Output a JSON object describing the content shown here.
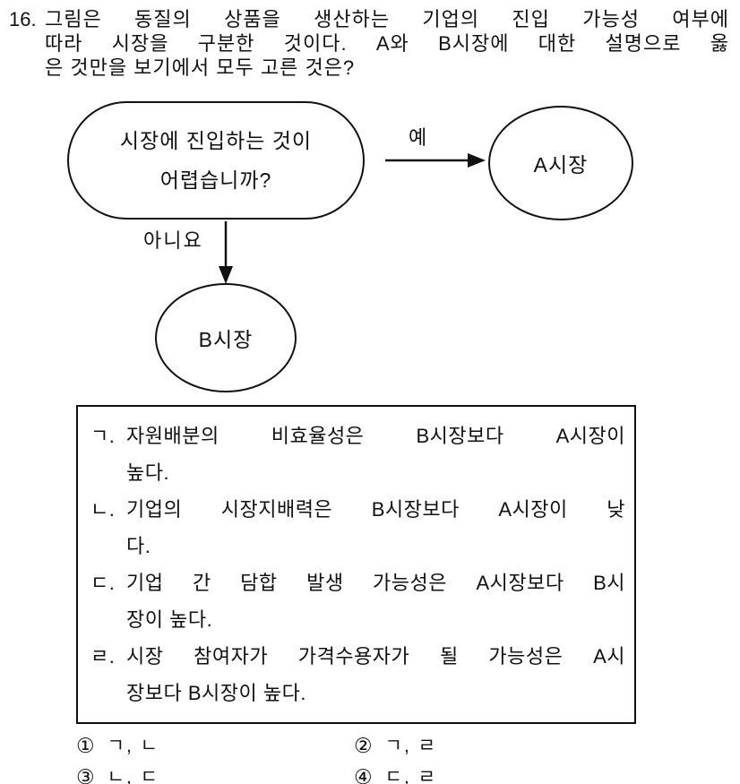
{
  "question": {
    "number": "16.",
    "lines": [
      "그림은 동질의 상품을 생산하는 기업의 진입 가능성 여부에",
      "따라 시장을 구분한 것이다. A와 B시장에 대한 설명으로 옳",
      "은 것만을 보기에서 모두 고른 것은?"
    ]
  },
  "flowchart": {
    "decision": {
      "line1": "시장에 진입하는 것이",
      "line2": "어렵습니까?"
    },
    "yes_label": "예",
    "no_label": "아니요",
    "market_a": "A시장",
    "market_b": "B시장"
  },
  "statements": {
    "items": [
      {
        "marker": "ㄱ.",
        "line1": "자원배분의 비효율성은 B시장보다 A시장이",
        "line2": "높다."
      },
      {
        "marker": "ㄴ.",
        "line1": "기업의 시장지배력은 B시장보다 A시장이 낮",
        "line2": "다."
      },
      {
        "marker": "ㄷ.",
        "line1": "기업 간 담합 발생 가능성은 A시장보다 B시",
        "line2": "장이 높다."
      },
      {
        "marker": "ㄹ.",
        "line1": "시장 참여자가 가격수용자가 될 가능성은 A시",
        "line2": "장보다 B시장이 높다."
      }
    ]
  },
  "choices": [
    {
      "number": "①",
      "text": "ㄱ, ㄴ"
    },
    {
      "number": "②",
      "text": "ㄱ, ㄹ"
    },
    {
      "number": "③",
      "text": "ㄴ, ㄷ"
    },
    {
      "number": "④",
      "text": "ㄷ, ㄹ"
    }
  ],
  "colors": {
    "ink": "#111111",
    "background": "#ffffff"
  }
}
